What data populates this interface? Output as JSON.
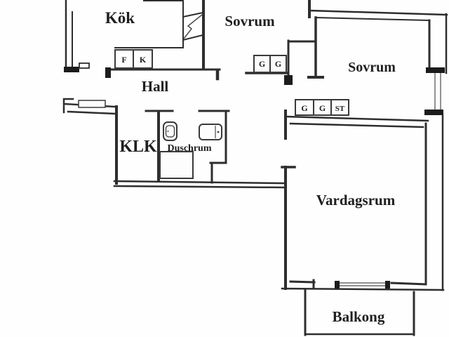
{
  "floorplan": {
    "rooms": {
      "kok": {
        "label": "Kök"
      },
      "sovrum1": {
        "label": "Sovrum"
      },
      "sovrum2": {
        "label": "Sovrum"
      },
      "hall": {
        "label": "Hall"
      },
      "klk": {
        "label": "KLK"
      },
      "duschrum": {
        "label": "Duschrum"
      },
      "vardagsrum": {
        "label": "Vardagsrum"
      },
      "balkong": {
        "label": "Balkong"
      }
    },
    "kitchen_units": {
      "freezer": "F",
      "fridge": "K"
    },
    "closets": {
      "bedroom1": [
        "G",
        "G"
      ],
      "bedroom2": [
        "G",
        "G",
        "ST"
      ]
    },
    "colors": {
      "ink": "#2e2e2e",
      "background": "#fefefe"
    }
  }
}
